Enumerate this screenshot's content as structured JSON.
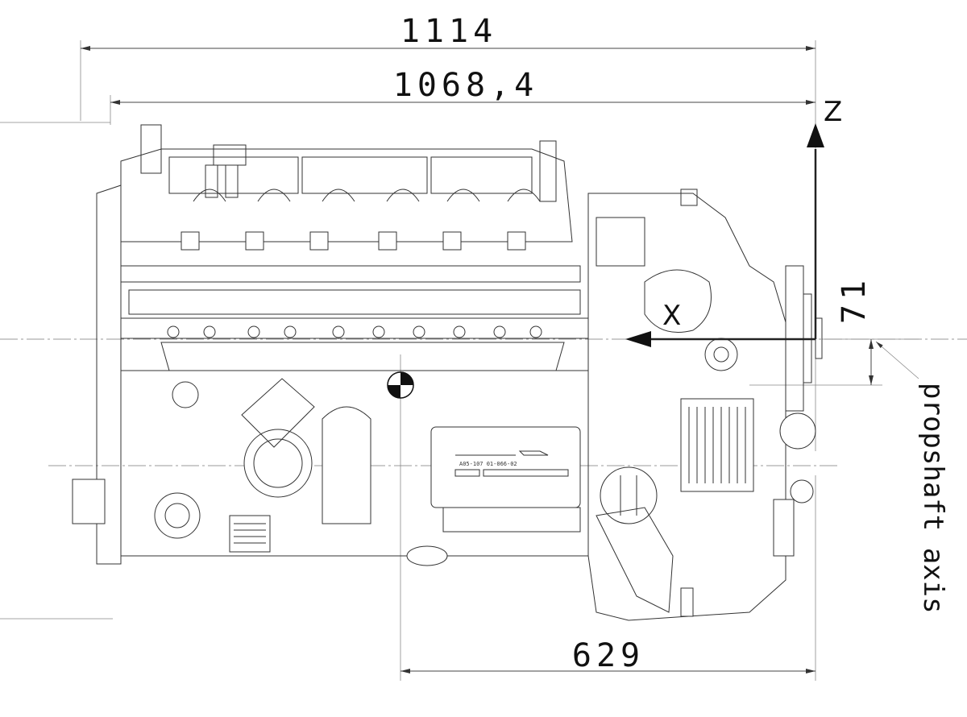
{
  "drawing": {
    "dimensions": {
      "overall_length": "1114",
      "length_to_flange": "1068,4",
      "cg_to_flange": "629",
      "axis_offset": "71"
    },
    "axes": {
      "z_label": "Z",
      "x_label": "X"
    },
    "annotations": {
      "propshaft_label": "propshaft axis",
      "nameplate_text": "A05-107 01-066-02"
    },
    "symbols": [
      "center-of-gravity-symbol"
    ],
    "colors": {
      "line": "#333333",
      "background": "#ffffff"
    }
  }
}
